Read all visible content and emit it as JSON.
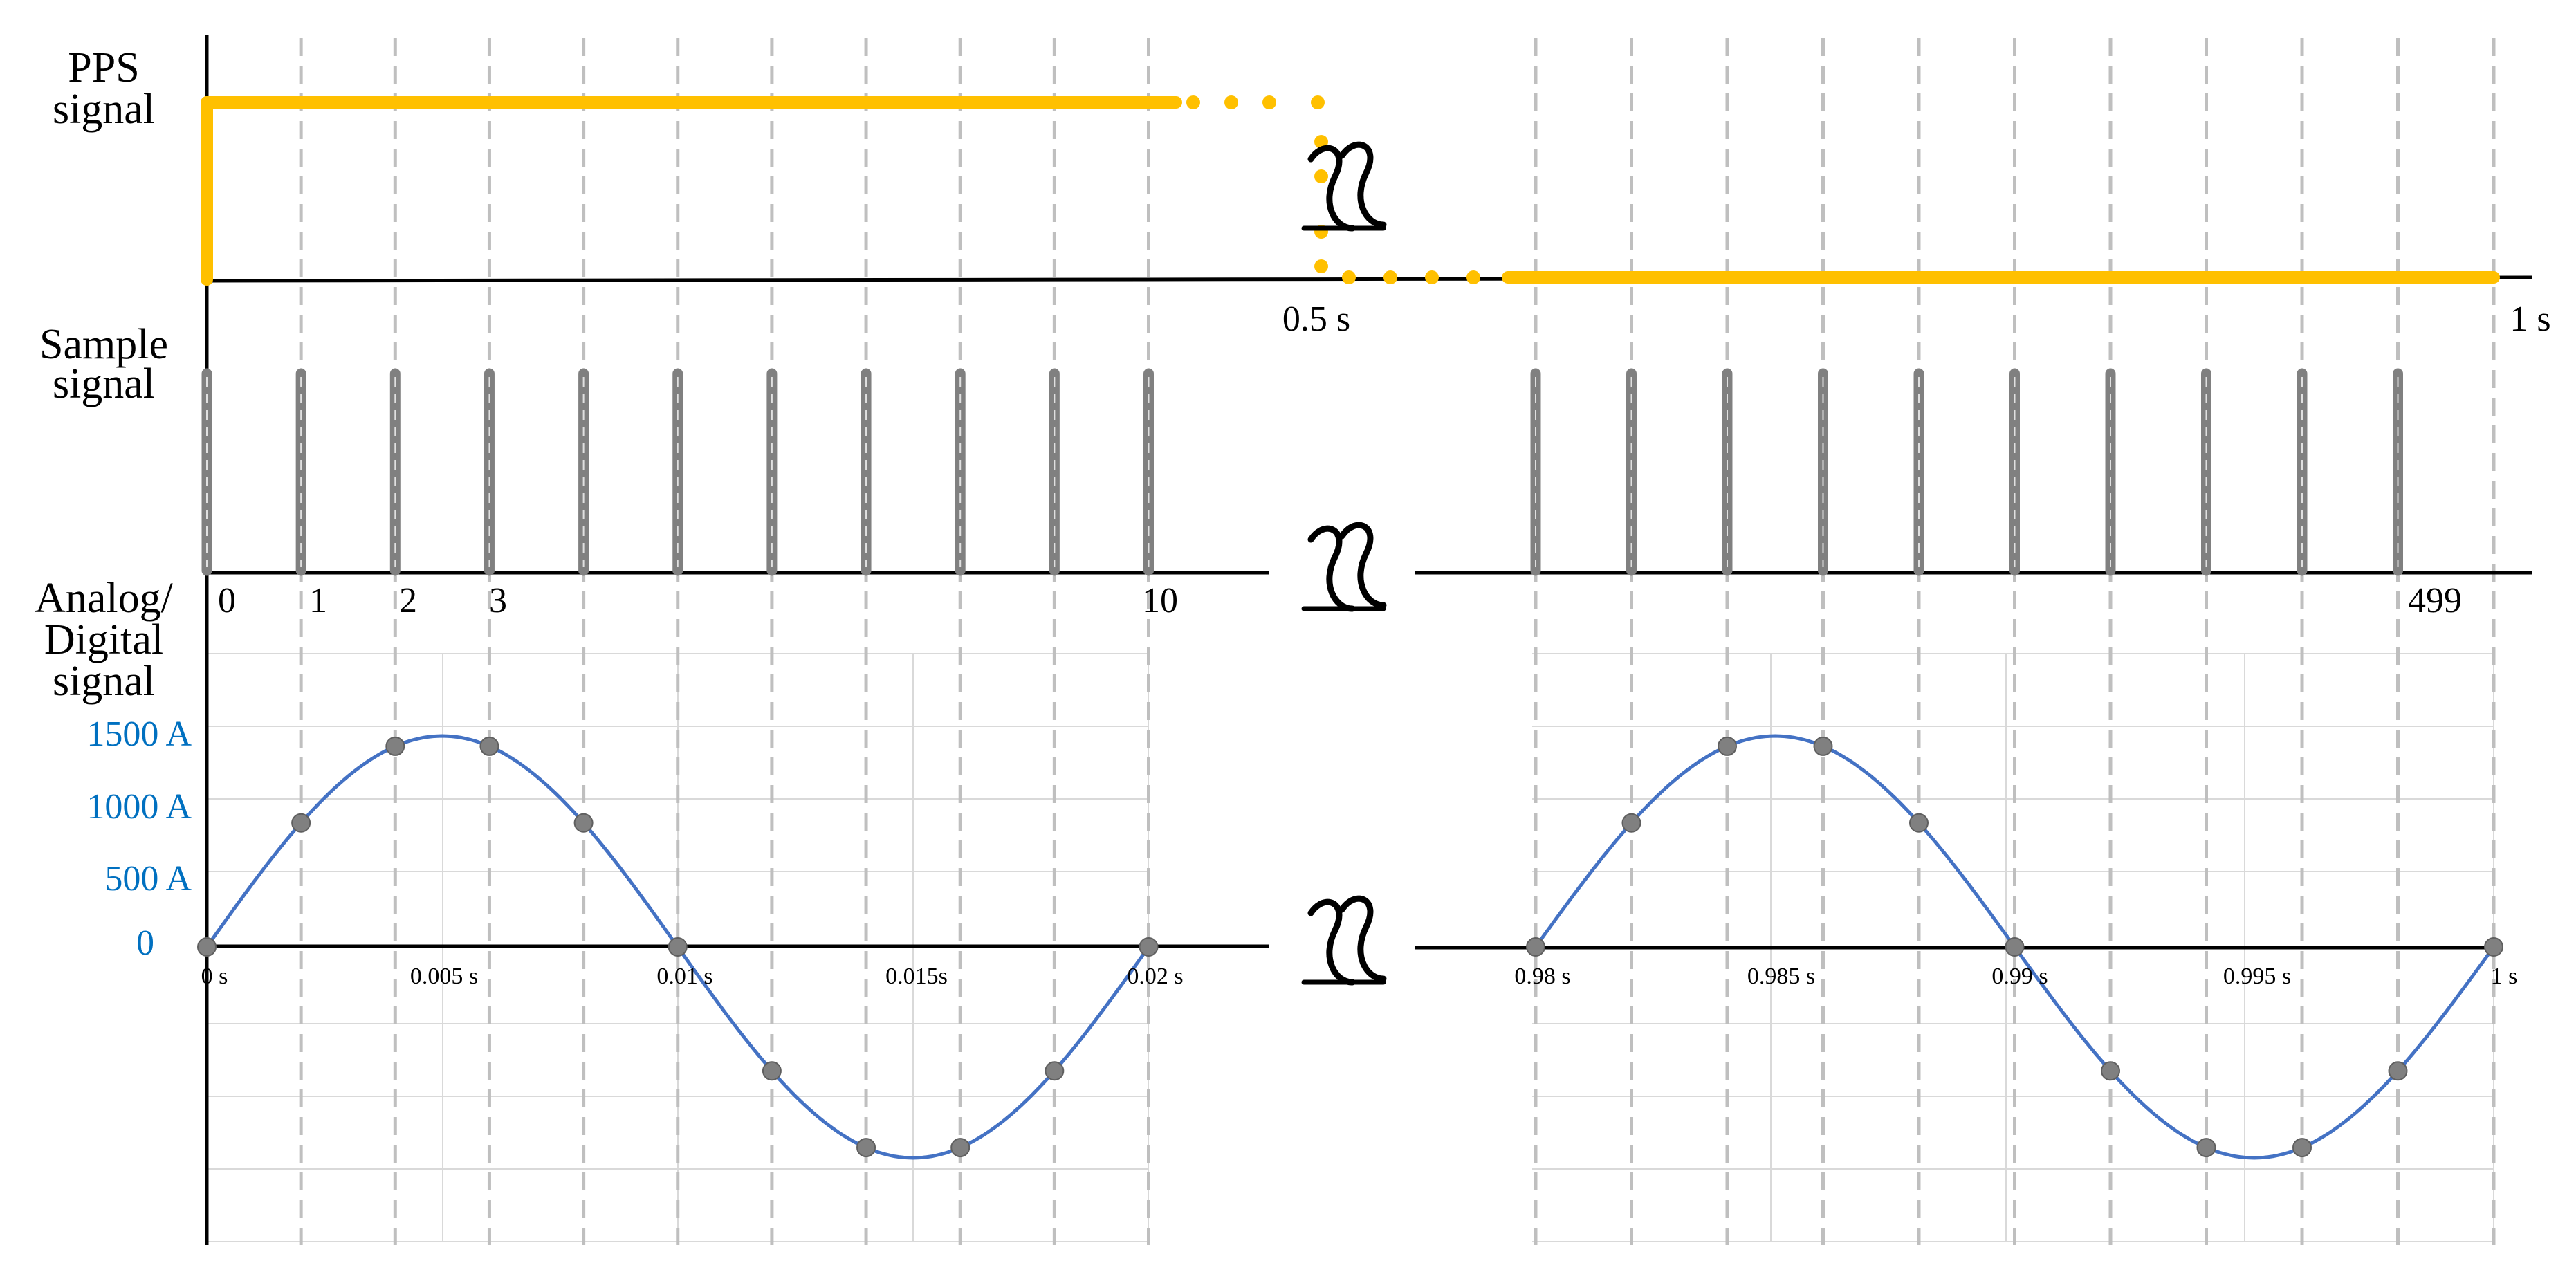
{
  "labels": {
    "pps_line1": "PPS",
    "pps_line2": "signal",
    "sample_line1": "Sample",
    "sample_line2": "signal",
    "ad_line1": "Analog/",
    "ad_line2": "Digital",
    "ad_line3": "signal"
  },
  "pps_times": {
    "half": "0.5 s",
    "full": "1 s"
  },
  "sample_indices": [
    "0",
    "1",
    "2",
    "3",
    "10",
    "499"
  ],
  "y_ticks": [
    "1500 A",
    "1000 A",
    "500 A",
    "0"
  ],
  "time_ticks_left": [
    "0 s",
    "0.005 s",
    "0.01 s",
    "0.015s",
    "0.02 s"
  ],
  "time_ticks_right": [
    "0.98 s",
    "0.985 s",
    "0.99 s",
    "0.995 s",
    "1 s"
  ],
  "colors": {
    "pps": "#FFC000",
    "sample": "#808080",
    "wave": "#4472C4",
    "y_tick_text": "#0070C0",
    "grid": "#D9D9D9",
    "dash": "#BFBFBF"
  },
  "icons": {
    "break": "axis-break-icon"
  }
}
